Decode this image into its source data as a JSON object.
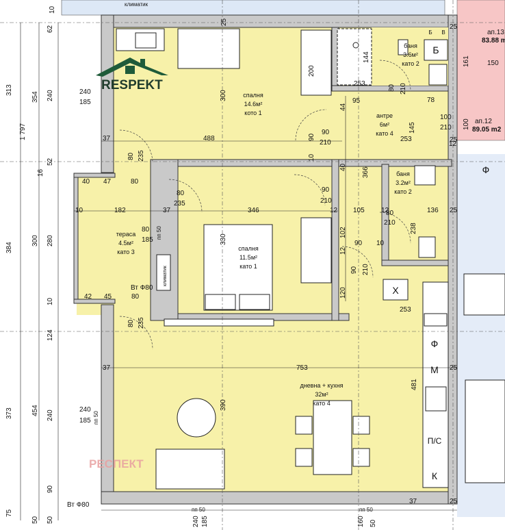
{
  "rooms": {
    "bedroom1": {
      "name": "спалня",
      "area": "14.6м²",
      "floor": "кото 1"
    },
    "bedroom2": {
      "name": "спалня",
      "area": "11.5м²",
      "floor": "като 1"
    },
    "bathroom1": {
      "name": "баня",
      "area": "3.6м²",
      "floor": "като 2"
    },
    "bathroom2": {
      "name": "баня",
      "area": "3.2м²",
      "floor": "като 2"
    },
    "hall": {
      "name": "антре",
      "area": "6м²",
      "floor": "като 4"
    },
    "terrace": {
      "name": "тераса",
      "area": "4.5м²",
      "floor": "като 3"
    },
    "living": {
      "name": "дневна + кухня",
      "area": "32м²",
      "floor": "като 4"
    }
  },
  "neighbors": {
    "ap13": {
      "name": "ап.13",
      "area": "83.88 m"
    },
    "ap12": {
      "name": "ап.12",
      "area": "89.05 m2"
    }
  },
  "watermark": {
    "logo": "RESPEKT",
    "text": "РЕСПЕКТ"
  },
  "labels": {
    "klimatik_top": "климатик",
    "klimatik_terrace": "климатик",
    "vt_terrace": "Вт Ф80",
    "vt_bottom": "Вт Ф80",
    "pp50_left": "пп 50",
    "pp50_right": "пп 50",
    "pp50_terrace": "пп 50",
    "pp50_living": "пп 50",
    "kitchen_x": "X",
    "kitchen_phi1": "Ф",
    "kitchen_phi2": "Ф",
    "kitchen_m": "М",
    "kitchen_ps": "П/С",
    "kitchen_k": "К",
    "bath_b": "Б",
    "bath_b_small": "Б",
    "bath_v": "В"
  },
  "dims": {
    "left_outer": [
      "313",
      "1 797",
      "384",
      "373",
      "75"
    ],
    "left_inner": [
      "354",
      "300",
      "454",
      "50"
    ],
    "left_sub": [
      "62",
      "240",
      "52",
      "16",
      "280",
      "10",
      "124",
      "240",
      "90",
      "50"
    ],
    "top": [
      "25",
      "10",
      "25"
    ],
    "bedroom1": {
      "w": "300",
      "wardrobe": "200",
      "bottom": "488",
      "window_a": "240",
      "window_b": "185",
      "door_a": "80",
      "door_b": "235",
      "left_wall": "37"
    },
    "bath1": {
      "a": "144",
      "b": "253",
      "c": "80",
      "d": "210",
      "e": "161",
      "f": "150",
      "g": "78",
      "h": "95",
      "i": "44"
    },
    "hall": {
      "a": "90",
      "b": "210",
      "c": "366",
      "d": "145",
      "e": "253",
      "f": "100",
      "g": "210",
      "h": "100",
      "i": "25",
      "j": "90",
      "k": "10",
      "l": "40",
      "m": "12"
    },
    "bath2": {
      "a": "80",
      "b": "210",
      "c": "136",
      "d": "238",
      "e": "105",
      "f": "12",
      "g": "25"
    },
    "terrace": {
      "a": "40",
      "b": "47",
      "c": "80",
      "d": "182",
      "e": "37",
      "f": "80",
      "g": "185",
      "h": "42",
      "i": "45",
      "j": "80",
      "k": "10",
      "l": "80",
      "m": "235"
    },
    "bedroom2": {
      "a": "346",
      "b": "330",
      "c": "90",
      "d": "210",
      "e": "102",
      "f": "90",
      "g": "10",
      "h": "90",
      "i": "210",
      "j": "120",
      "k": "12",
      "l": "12"
    },
    "living": {
      "a": "753",
      "b": "390",
      "c": "481",
      "d": "253",
      "e": "37",
      "f": "25",
      "g": "240",
      "h": "185",
      "i": "80",
      "j": "235"
    },
    "bottom": [
      "240",
      "185",
      "160",
      "50",
      "37",
      "25"
    ]
  }
}
